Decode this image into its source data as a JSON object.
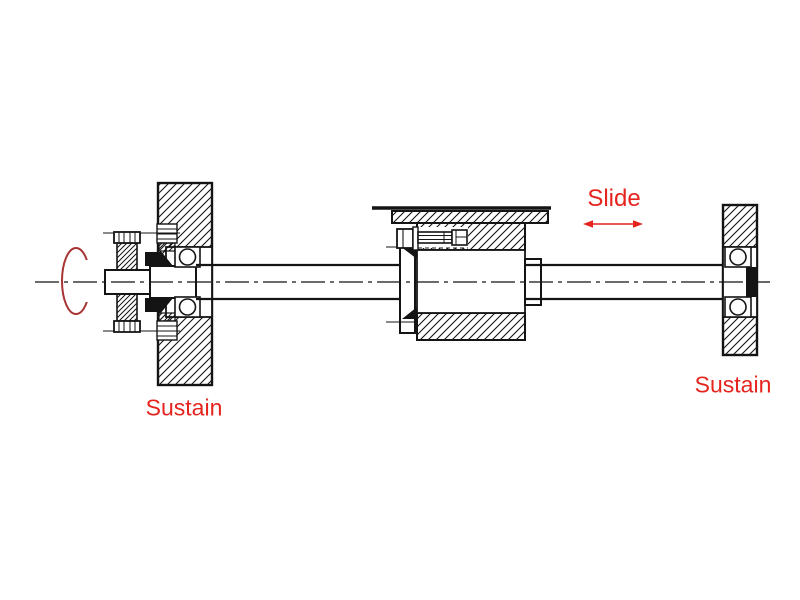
{
  "diagram": {
    "labels": {
      "slide": "Slide",
      "sustain_left": "Sustain",
      "sustain_right": "Sustain"
    },
    "colors": {
      "annotation_red": "#e5241e",
      "rotation_arc_red": "#a83434",
      "line_black": "#141414",
      "background": "#ffffff"
    }
  }
}
